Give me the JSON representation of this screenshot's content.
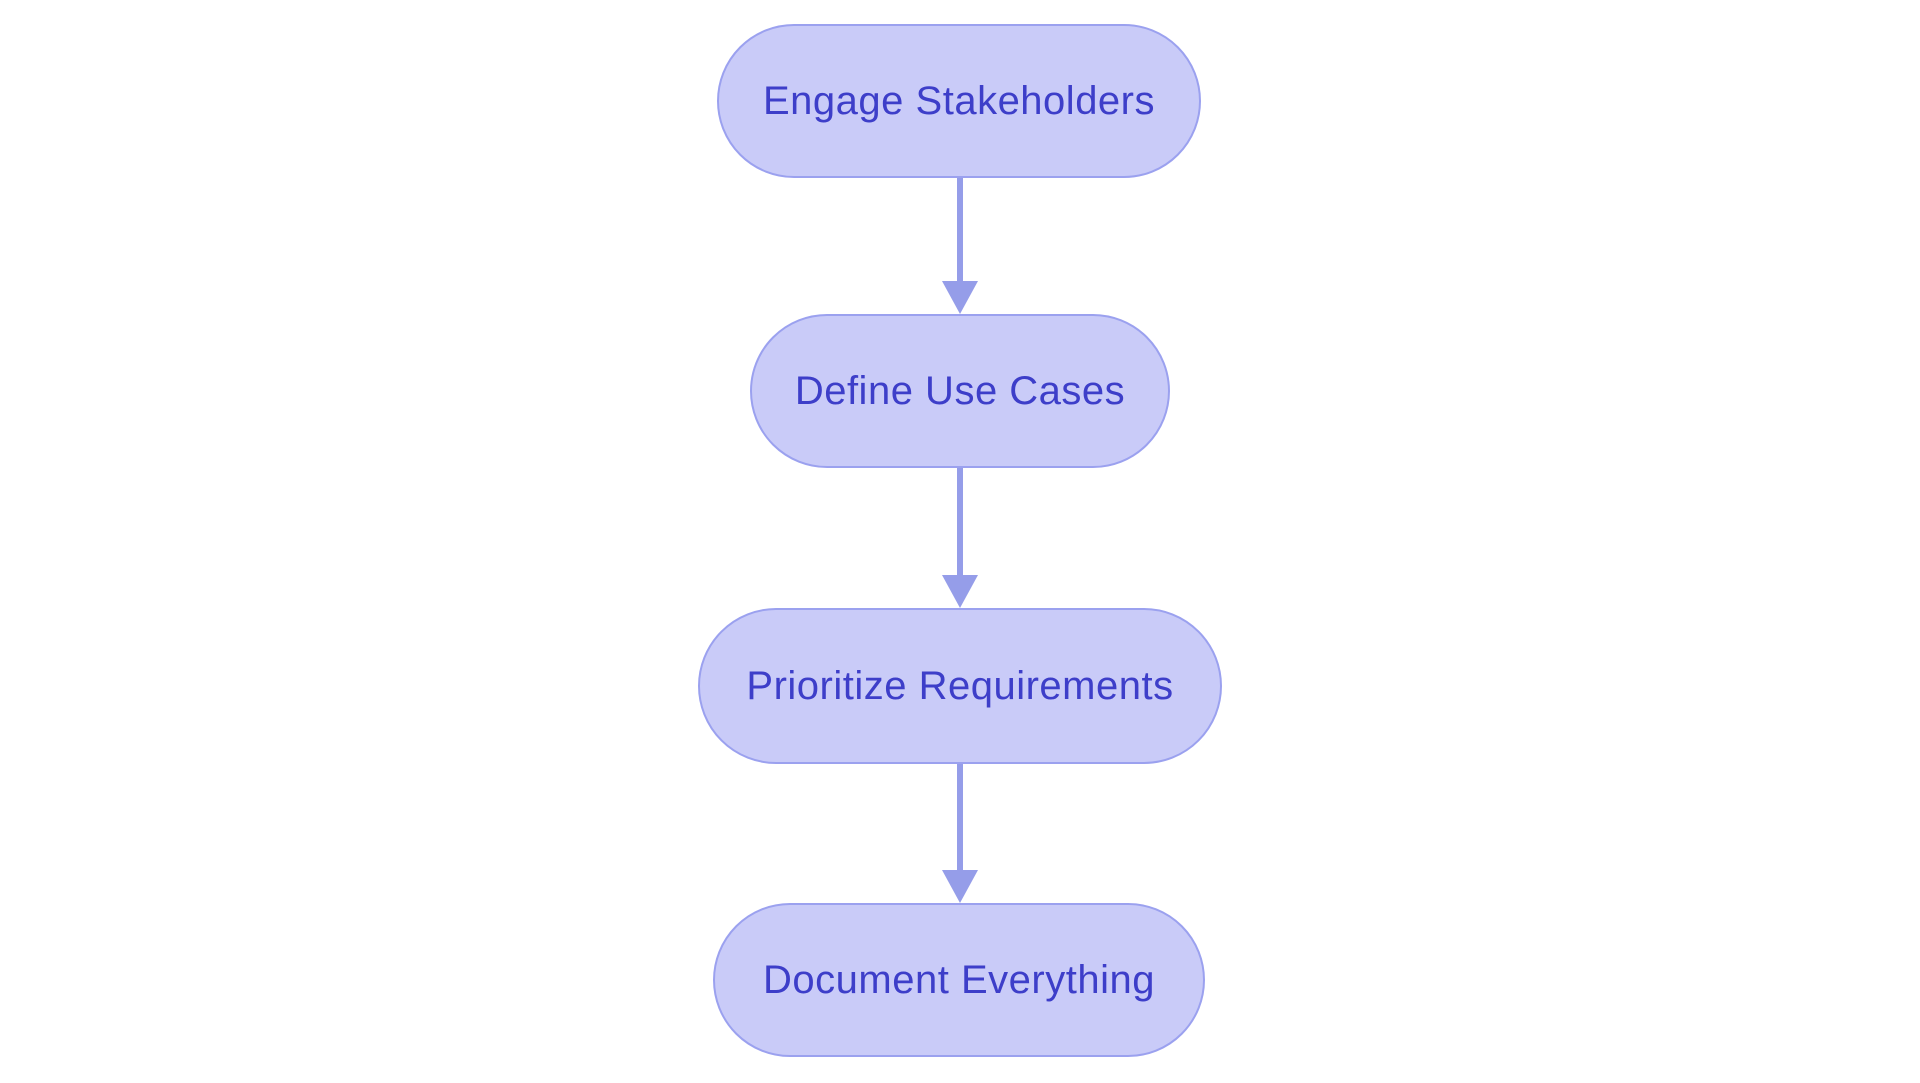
{
  "diagram": {
    "type": "flowchart",
    "direction": "top-down",
    "nodes": [
      {
        "label": "Engage Stakeholders"
      },
      {
        "label": "Define Use Cases"
      },
      {
        "label": "Prioritize Requirements"
      },
      {
        "label": "Document Everything"
      }
    ],
    "edges": [
      {
        "from": "Engage Stakeholders",
        "to": "Define Use Cases"
      },
      {
        "from": "Define Use Cases",
        "to": "Prioritize Requirements"
      },
      {
        "from": "Prioritize Requirements",
        "to": "Document Everything"
      }
    ],
    "colors": {
      "node_fill": "#c9cbf8",
      "node_border": "#9ba1ef",
      "node_text": "#3d3ec9",
      "arrow": "#959de9",
      "background": "#ffffff"
    }
  }
}
